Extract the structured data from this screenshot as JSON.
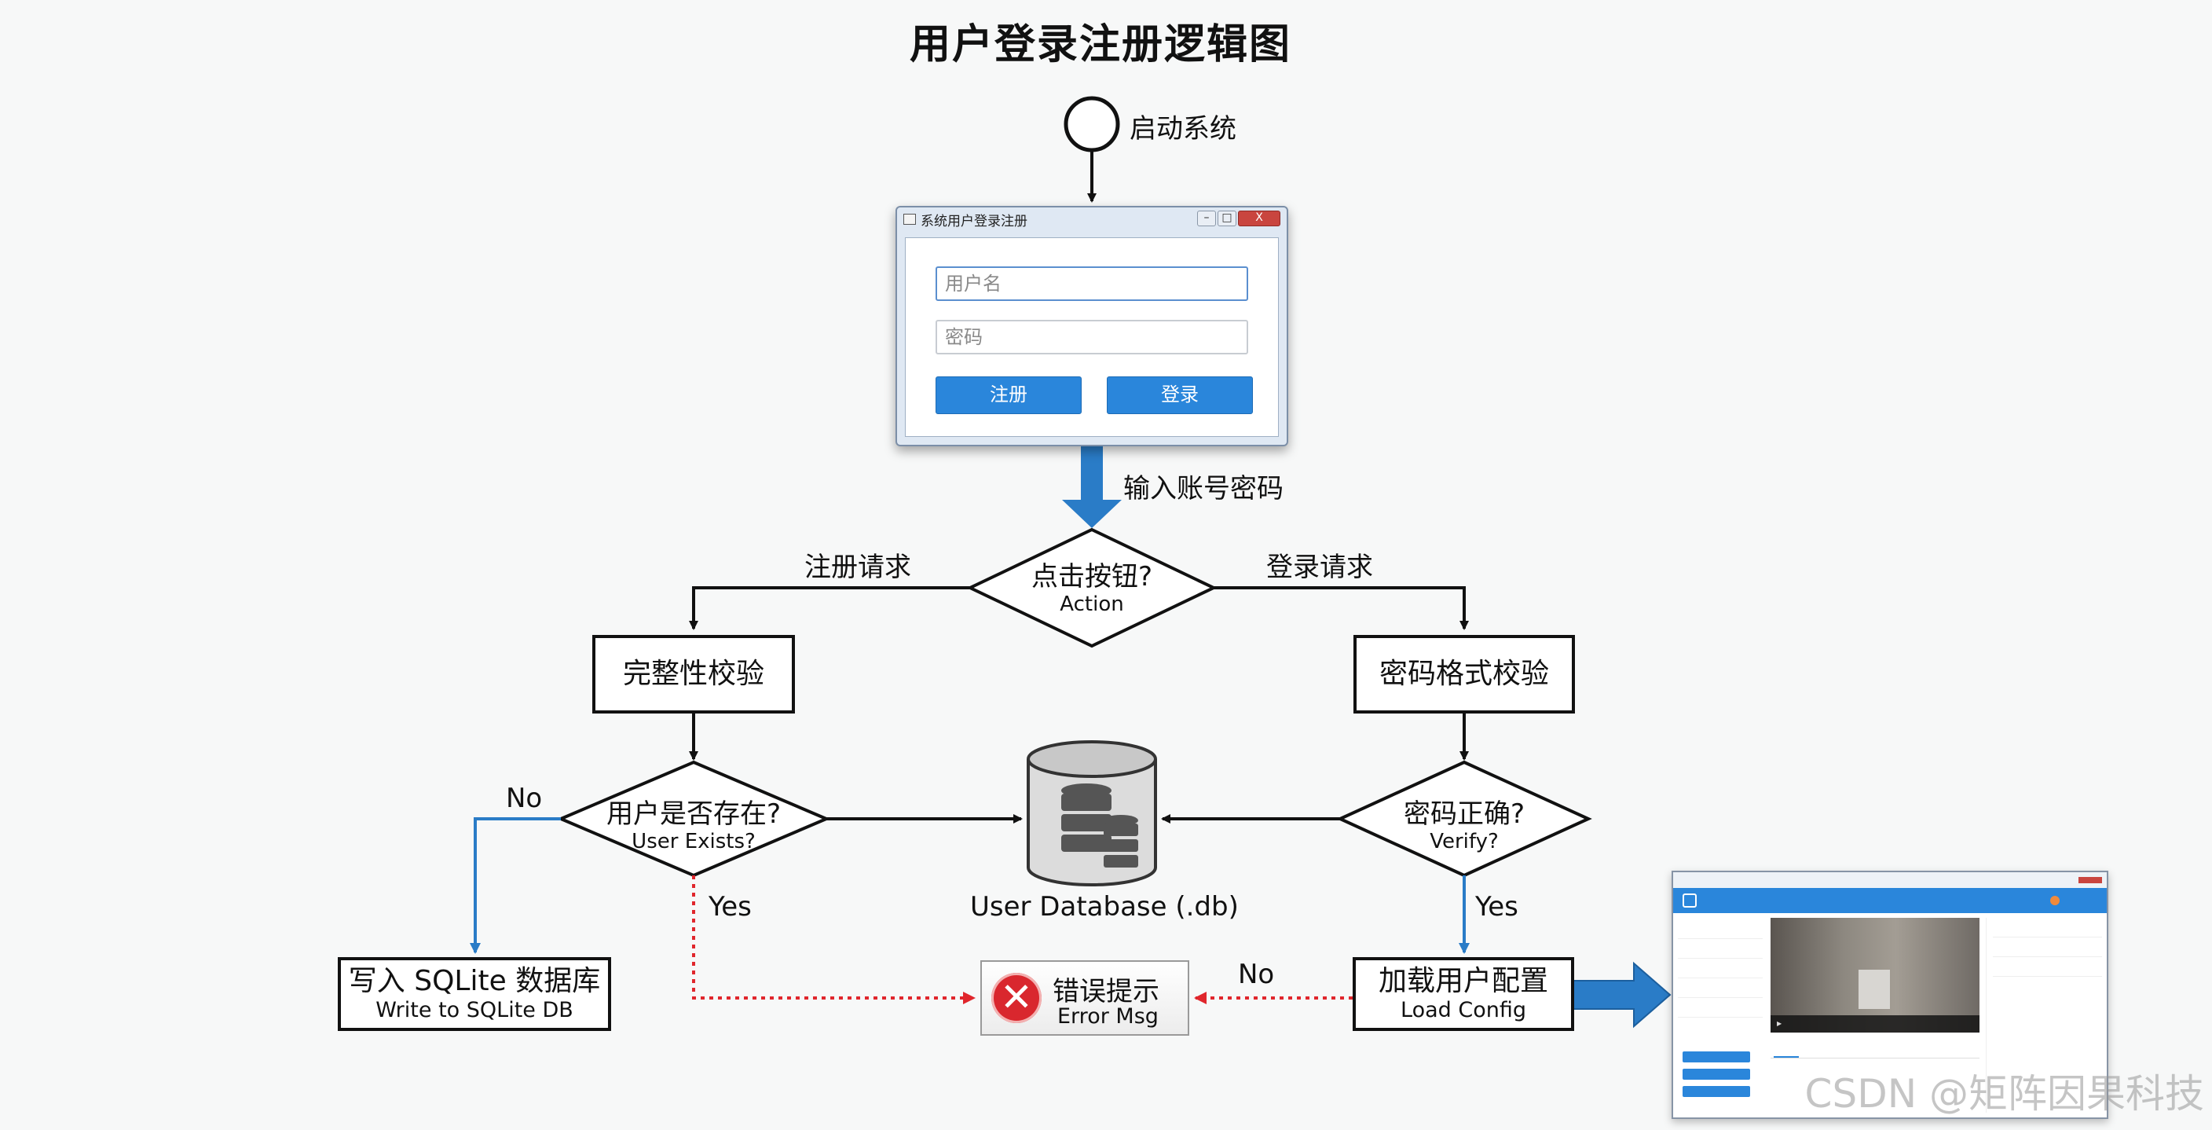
{
  "title": "用户登录注册逻辑图",
  "start": {
    "label": "启动系统"
  },
  "login_window": {
    "title": "系统用户登录注册",
    "close_glyph": "X",
    "username_placeholder": "用户名",
    "password_placeholder": "密码",
    "register_button": "注册",
    "login_button": "登录"
  },
  "input_label": "输入账号密码",
  "action_decision": {
    "zh": "点击按钮?",
    "en": "Action"
  },
  "branch_register": "注册请求",
  "branch_login": "登录请求",
  "integrity_check": "完整性校验",
  "password_format_check": "密码格式校验",
  "user_exists": {
    "zh": "用户是否存在?",
    "en": "User Exists?"
  },
  "password_correct": {
    "zh": "密码正确?",
    "en": "Verify?"
  },
  "database": {
    "label": "User Database (.db)"
  },
  "label_no_left": "No",
  "label_yes_left": "Yes",
  "label_yes_right": "Yes",
  "label_no_right": "No",
  "write_db": {
    "zh": "写入 SQLite 数据库",
    "en": "Write to SQLite DB"
  },
  "error_box": {
    "zh": "错误提示",
    "en": "Error Msg"
  },
  "load_config": {
    "zh": "加载用户配置",
    "en": "Load Config"
  },
  "watermark": "CSDN @矩阵因果科技",
  "colors": {
    "blue": "#2a7cc7",
    "red": "#e0262c",
    "black": "#111111",
    "button_blue": "#2a86db"
  }
}
